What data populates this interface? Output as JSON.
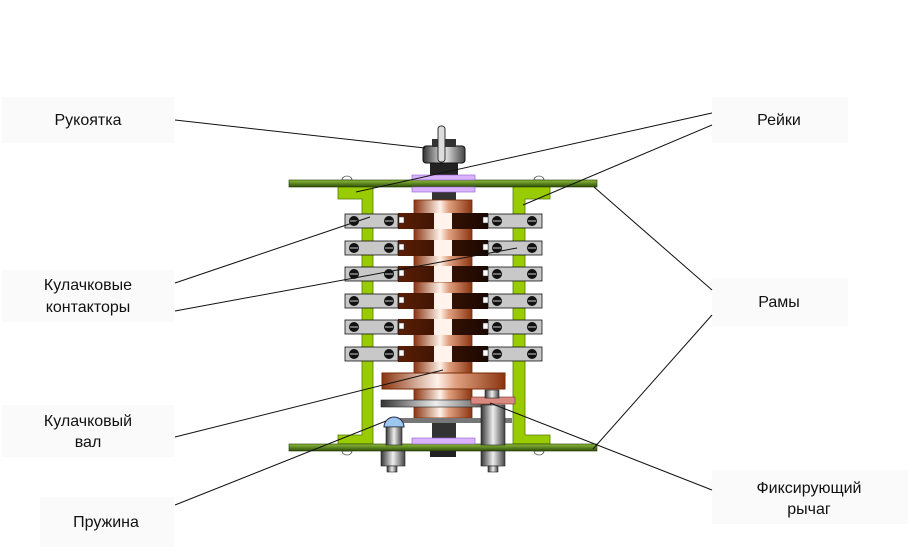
{
  "labels": {
    "handle": "Рукоятка",
    "cam_contactors": [
      "Кулачковые",
      "контакторы"
    ],
    "cam_shaft": [
      "Кулачковый",
      "вал"
    ],
    "spring": "Пружина",
    "rails": "Рейки",
    "frames": "Рамы",
    "locking_lever": [
      "Фиксирующий",
      "рычаг"
    ]
  },
  "colors": {
    "frame": "#99cc00",
    "rail": "#4d7a1a",
    "copper": "#b5532a",
    "contact_bar": "#c8c8c8",
    "washer": "#d9b3ff"
  }
}
